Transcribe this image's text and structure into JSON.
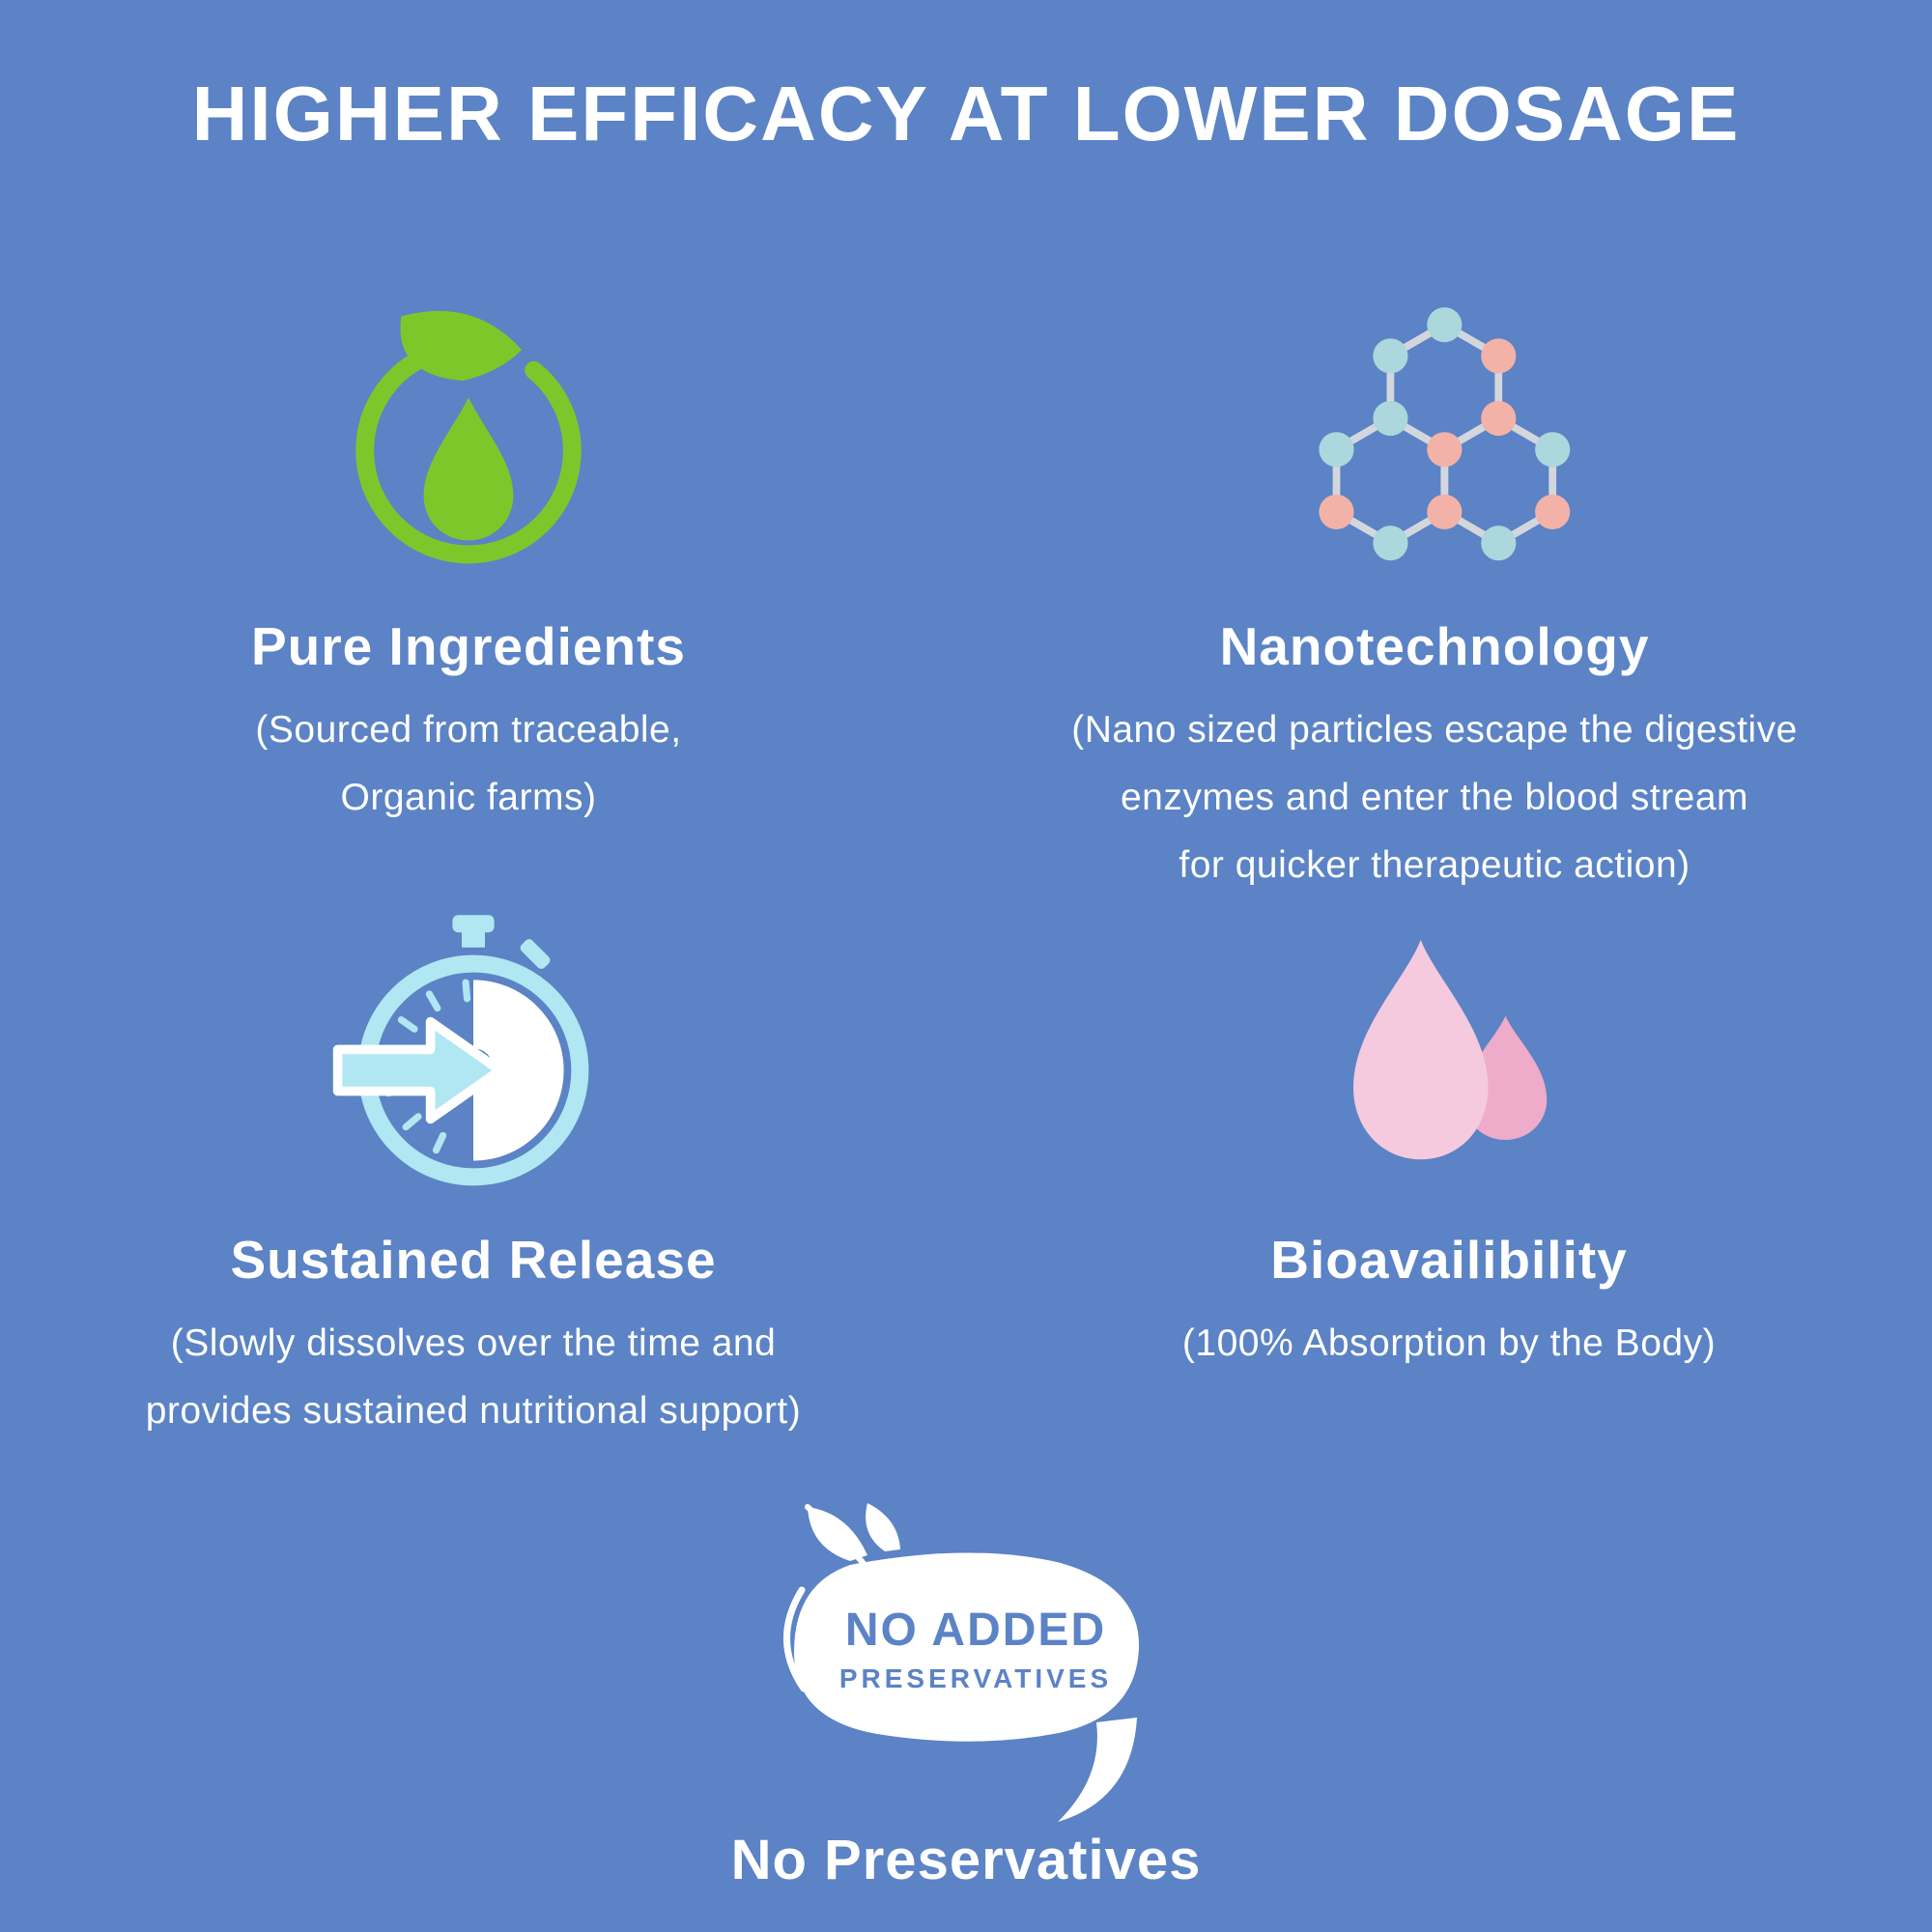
{
  "title": "HIGHER EFFICACY AT LOWER DOSAGE",
  "features": [
    {
      "id": "pure-ingredients",
      "icon": "leaf-circle-drop-icon",
      "heading": "Pure Ingredients",
      "description": "(Sourced from traceable,\nOrganic farms)"
    },
    {
      "id": "nanotechnology",
      "icon": "molecule-hexagon-icon",
      "heading": "Nanotechnology",
      "description": "(Nano sized particles escape the digestive\nenzymes and enter the blood stream\nfor quicker therapeutic action)"
    },
    {
      "id": "sustained-release",
      "icon": "stopwatch-arrow-icon",
      "heading": "Sustained Release",
      "description": "(Slowly dissolves over the time and\nprovides sustained nutritional support)"
    },
    {
      "id": "bioavailability",
      "icon": "water-drops-icon",
      "heading": "Bioavailibility",
      "description": "(100% Absorption by the Body)"
    }
  ],
  "badge": {
    "icon": "no-added-preservatives-badge-icon",
    "line1": "NO ADDED",
    "line2": "PRESERVATIVES",
    "caption": "No Preservatives"
  },
  "colors": {
    "background": "#5b83c5",
    "text": "#ffffff",
    "leaf_green": "#7cc82b",
    "stopwatch_cyan": "#b0e7f2",
    "drop_pink_light": "#f5cade",
    "drop_pink_dark": "#efabca",
    "node_pink": "#f2b2a7",
    "node_blue": "#abd7dd",
    "molecule_line_gray": "#d3d7dd",
    "badge_text_blue": "#5b83c6"
  }
}
